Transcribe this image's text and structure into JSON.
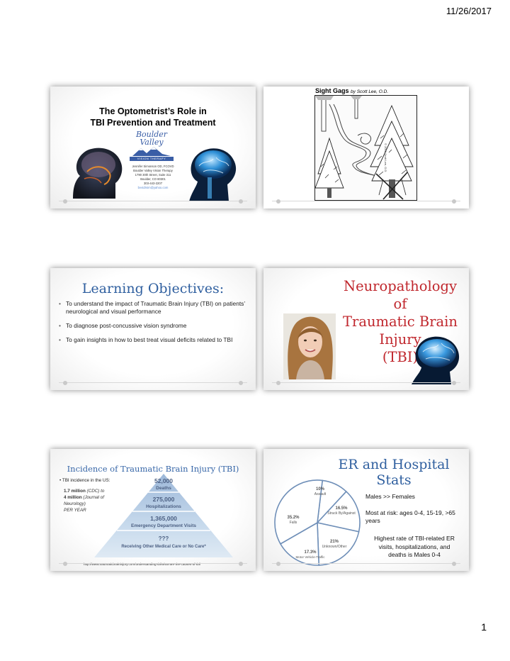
{
  "header": {
    "date": "11/26/2017"
  },
  "footer": {
    "page_number": "1"
  },
  "slide1": {
    "title_line1": "The Optometrist’s Role in",
    "title_line2": "TBI Prevention and Treatment",
    "logo_word1": "Boulder",
    "logo_word2": "Valley",
    "logo_tagline": "VISION THERAPY",
    "contact": [
      "Jennifer Simonson OD, FCOVD",
      "Boulder Valley Vision Therapy",
      "1790 30th Street, Suite 311",
      "Boulder, CO 80301",
      "303-443-2207",
      "bvvtdrsim@yahoo.com"
    ]
  },
  "slide2": {
    "cartoon_title": "Sight Gags",
    "cartoon_byline": "by Scott Lee, O.D.",
    "cartoon_copyright": "© 2008 Scott Lee, O.D."
  },
  "slide3": {
    "title": "Learning Objectives:",
    "bullets": [
      "To understand the impact of Traumatic Brain Injury (TBI) on patients’ neurological and visual performance",
      "To diagnose post-concussive vision syndrome",
      "To gain insights in how to best treat visual deficits related to TBI"
    ]
  },
  "slide4": {
    "title_line1": "Neuropathology of",
    "title_line2": "Traumatic Brain Injury",
    "title_line3": "(TBI)"
  },
  "slide5": {
    "title": "Incidence of Traumatic Brain Injury (TBI)",
    "bullet": "TBI incidence in the US:",
    "line1_bold": "1.7 million",
    "line1_rest": " (CDC) to",
    "line2_bold": "4 million",
    "line2_rest": " (Journal of",
    "line3": "Neurology)",
    "line4": "PER YEAR",
    "pyramid": [
      {
        "value": "52,000",
        "label": "Deaths"
      },
      {
        "value": "275,000",
        "label": "Hospitalizations"
      },
      {
        "value": "1,365,000",
        "label": "Emergency Department Visits"
      },
      {
        "value": "???",
        "label": "Receiving Other Medical Care or No Care*"
      }
    ],
    "source": "http://www.traumaticbraininjury.com/understanding-tbi/what-are-the-causes-of-tbi/"
  },
  "slide6": {
    "title_line1": "ER and Hospital",
    "title_line2": "Stats",
    "pie_slices": [
      {
        "pct": "10%",
        "label": "Assault",
        "value": 10
      },
      {
        "pct": "16.5%",
        "label": "Struck By/Against",
        "value": 16.5
      },
      {
        "pct": "21%",
        "label": "Unknown/Other",
        "value": 21
      },
      {
        "pct": "17.3%",
        "label": "Motor Vehicle-Traffic",
        "value": 17.3
      },
      {
        "pct": "35.2%",
        "label": "Falls",
        "value": 35.2
      }
    ],
    "text1": "Males >> Females",
    "text2": "Most at risk: ages 0-4, 15-19, >65 years",
    "text3": "Highest rate of TBI-related ER visits, hospitalizations, and deaths is Males 0-4"
  }
}
